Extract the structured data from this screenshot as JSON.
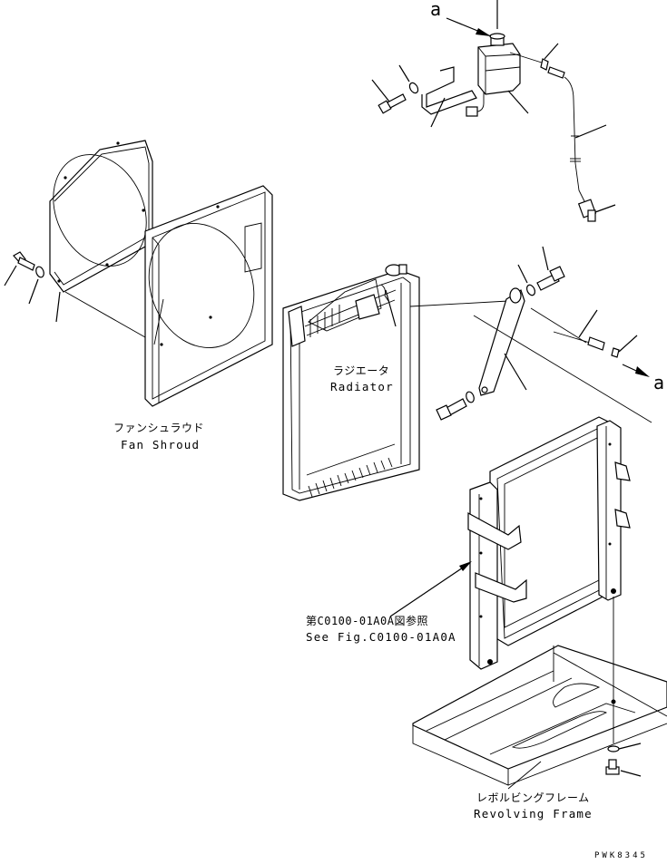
{
  "labels": {
    "fan_shroud_jp": "ファンシュラウド",
    "fan_shroud_en": "Fan Shroud",
    "radiator_jp": "ラジエータ",
    "radiator_en": "Radiator",
    "ref_jp": "第C0100-01A0A図参照",
    "ref_en": "See Fig.C0100-01A0A",
    "frame_jp": "レボルビングフレーム",
    "frame_en": "Revolving Frame",
    "arrow_tag_top": "a",
    "arrow_tag_right": "a",
    "drawing_code": "PWK8345"
  },
  "icons": [
    "bolt-icon",
    "washer-icon",
    "hose-clamp-icon",
    "arrow-icon"
  ],
  "colors": {
    "ink": "#000000",
    "paper": "#ffffff"
  }
}
